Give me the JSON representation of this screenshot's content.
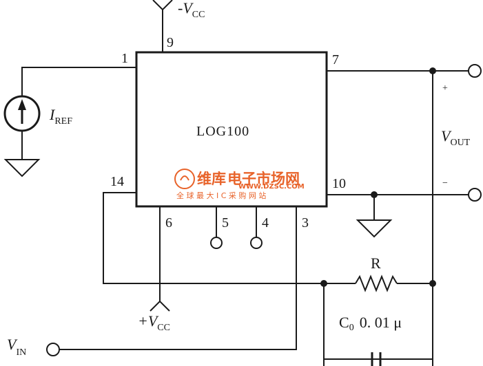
{
  "chip": {
    "name": "LOG100"
  },
  "pins": {
    "p1": "1",
    "p9": "9",
    "p7": "7",
    "p14": "14",
    "p10": "10",
    "p6": "6",
    "p5": "5",
    "p4": "4",
    "p3": "3"
  },
  "labels": {
    "iref_main": "I",
    "iref_sub": "REF",
    "vcc_top_prefix": "-V",
    "vcc_top_sub": "CC",
    "vcc_bottom_prefix": "+V",
    "vcc_bottom_sub": "CC",
    "vout_main": "V",
    "vout_sub": "OUT",
    "vout_plus": "+",
    "vout_minus": "−",
    "vin_main": "V",
    "vin_sub": "IN",
    "resistor": "R",
    "cap_main": "C",
    "cap_sub": "0",
    "cap_value": "0. 01 μ"
  },
  "watermark": {
    "title_part1": "维库",
    "title_part2": "电子市场网",
    "url": "WWW.DZSC.COM",
    "subtitle": "全 球 最 大 I C 采 购 网 站",
    "color": "#e8632a"
  }
}
